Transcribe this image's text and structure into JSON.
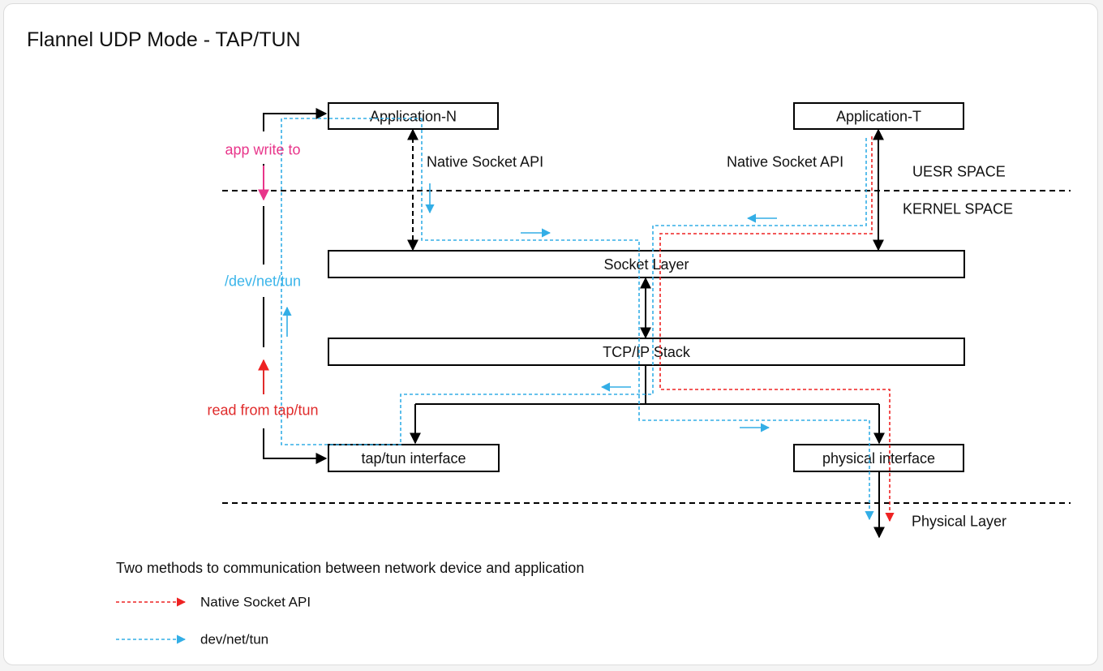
{
  "title": "Flannel UDP Mode - TAP/TUN",
  "colors": {
    "accent_blue": "#33aee6",
    "accent_red": "#ee2222",
    "label_pink": "#e8358a",
    "label_red": "#e02b2b",
    "label_blue": "#3bb5ea"
  },
  "boxes": {
    "app_n": "Application-N",
    "app_t": "Application-T",
    "socket_layer": "Socket Layer",
    "tcpip_stack": "TCP/IP Stack",
    "tap_tun": "tap/tun interface",
    "physical": "physical  interface"
  },
  "labels": {
    "native_left": "Native Socket API",
    "native_right": "Native Socket API",
    "user_space": "UESR SPACE",
    "kernel_space": "KERNEL SPACE",
    "physical_layer": "Physical Layer",
    "app_write": "app write to",
    "dev_net_tun": "/dev/net/tun",
    "read_from": "read from tap/tun"
  },
  "legend": {
    "heading": "Two methods to communication between network device and application",
    "items": [
      {
        "label": "Native Socket API",
        "color": "#ee2222"
      },
      {
        "label": "dev/net/tun",
        "color": "#33aee6"
      }
    ]
  }
}
